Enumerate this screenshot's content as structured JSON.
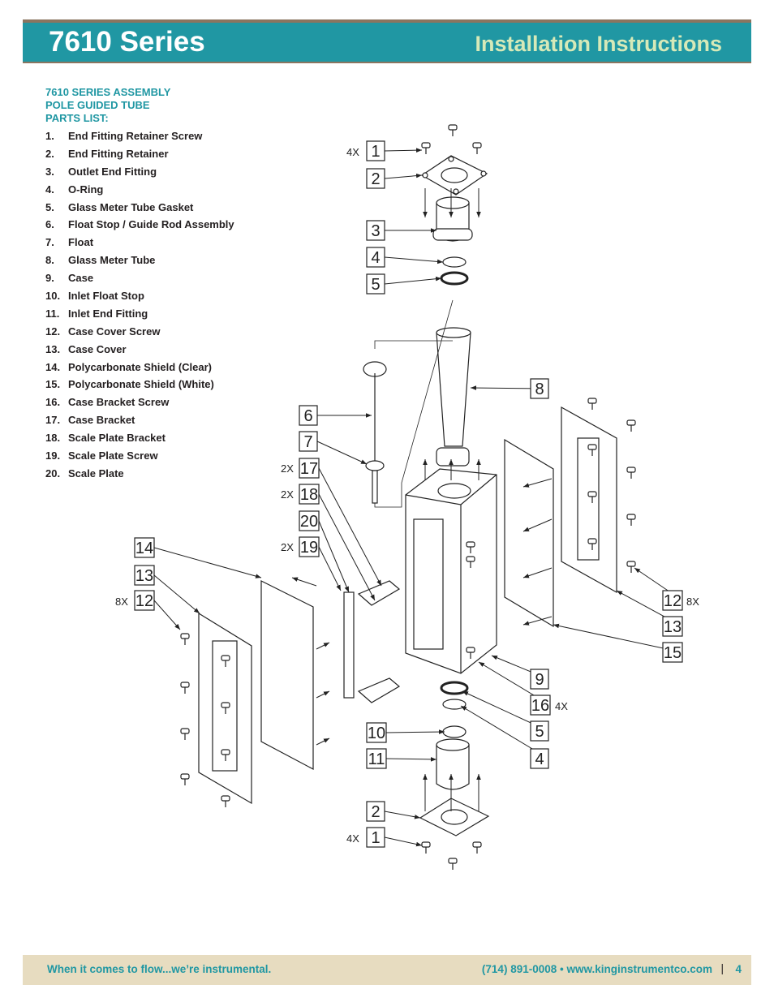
{
  "header": {
    "title": "7610 Series",
    "subtitle": "Installation Instructions"
  },
  "parts_list": {
    "heading_lines": [
      "7610 SERIES ASSEMBLY",
      "POLE GUIDED TUBE",
      "PARTS LIST:"
    ],
    "items": [
      {
        "num": "1.",
        "label": "End Fitting Retainer Screw"
      },
      {
        "num": "2.",
        "label": "End Fitting Retainer"
      },
      {
        "num": "3.",
        "label": "Outlet End Fitting"
      },
      {
        "num": "4.",
        "label": "O-Ring"
      },
      {
        "num": "5.",
        "label": "Glass Meter Tube Gasket"
      },
      {
        "num": "6.",
        "label": "Float Stop / Guide Rod Assembly"
      },
      {
        "num": "7.",
        "label": "Float"
      },
      {
        "num": "8.",
        "label": "Glass Meter Tube"
      },
      {
        "num": "9.",
        "label": "Case"
      },
      {
        "num": "10.",
        "label": "Inlet Float Stop"
      },
      {
        "num": "11.",
        "label": "Inlet End Fitting"
      },
      {
        "num": "12.",
        "label": "Case Cover Screw"
      },
      {
        "num": "13.",
        "label": "Case Cover"
      },
      {
        "num": "14.",
        "label": "Polycarbonate Shield (Clear)"
      },
      {
        "num": "15.",
        "label": "Polycarbonate Shield (White)"
      },
      {
        "num": "16.",
        "label": "Case Bracket Screw"
      },
      {
        "num": "17.",
        "label": "Case Bracket"
      },
      {
        "num": "18.",
        "label": "Scale Plate Bracket"
      },
      {
        "num": "19.",
        "label": "Scale Plate Screw"
      },
      {
        "num": "20.",
        "label": "Scale Plate"
      }
    ]
  },
  "diagram": {
    "callouts": [
      "1",
      "2",
      "3",
      "4",
      "5",
      "6",
      "7",
      "8",
      "17",
      "18",
      "20",
      "19",
      "14",
      "13",
      "12",
      "12",
      "13",
      "15",
      "9",
      "16",
      "5",
      "4",
      "10",
      "11",
      "2",
      "1"
    ],
    "quantities": [
      "4X",
      "2X",
      "2X",
      "2X",
      "8X",
      "8X",
      "4X",
      "4X"
    ]
  },
  "footer": {
    "tagline": "When it comes to flow...we’re instrumental.",
    "contact": "(714) 891-0008 • www.kinginstrumentco.com",
    "separator": "|",
    "page": "4"
  }
}
